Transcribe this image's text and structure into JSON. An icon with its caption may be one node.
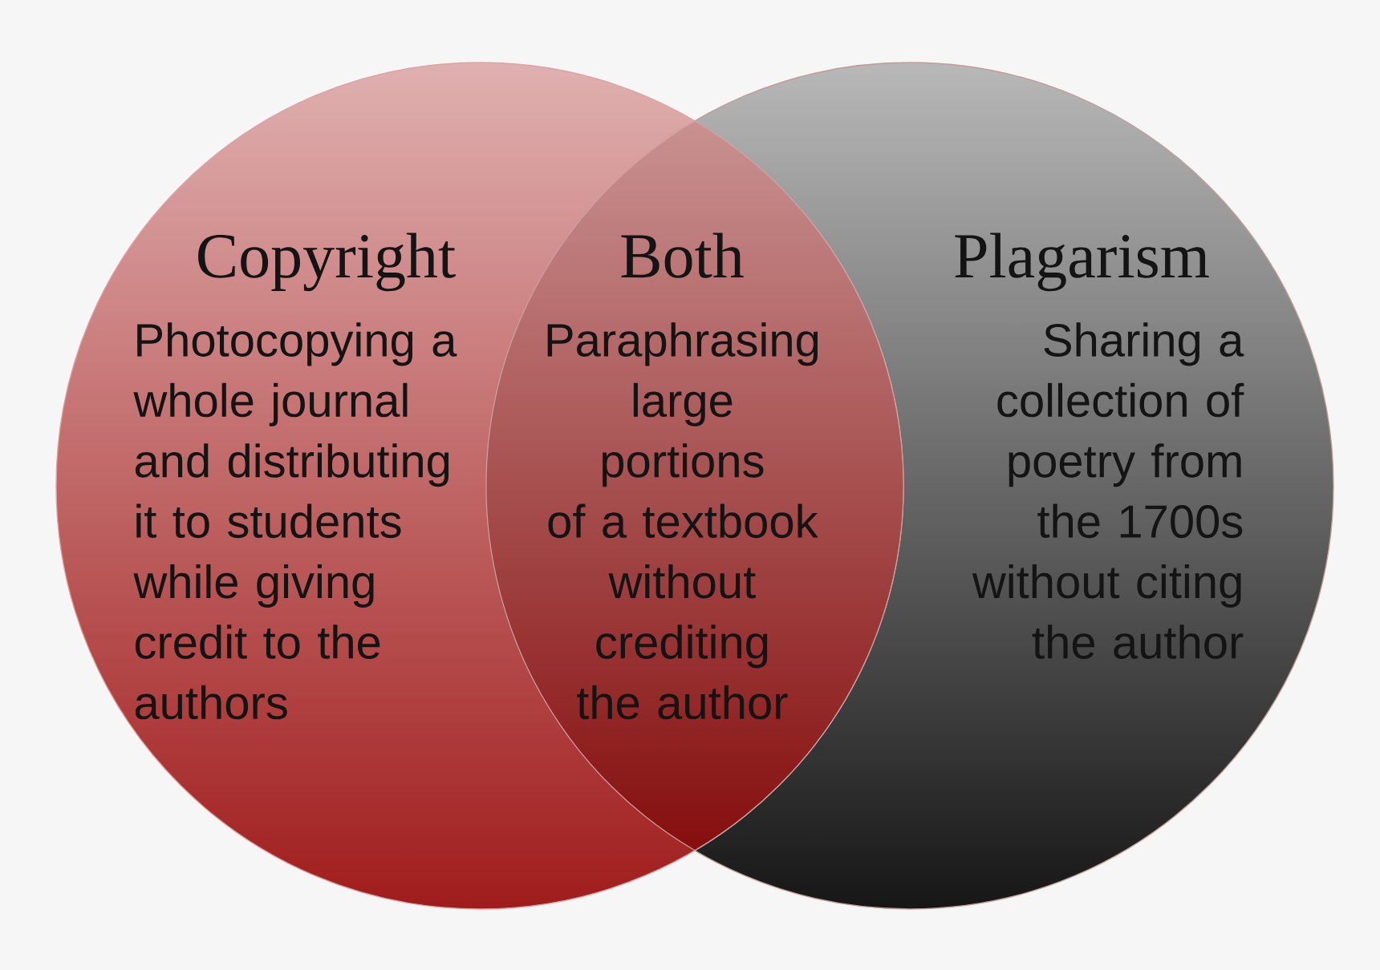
{
  "diagram": {
    "nodes": [
      {
        "text": [
          "Copyright",
          "Photocopying a whole journal and distributing it to students while giving credit to the authors"
        ]
      },
      {
        "text": [
          "Both",
          "Paraphrasing large portions of a textbook without crediting the author"
        ]
      },
      {
        "text": [
          "Plagarism",
          "Sharing a collection of poetry from the 1700s without citing the author"
        ]
      }
    ]
  }
}
